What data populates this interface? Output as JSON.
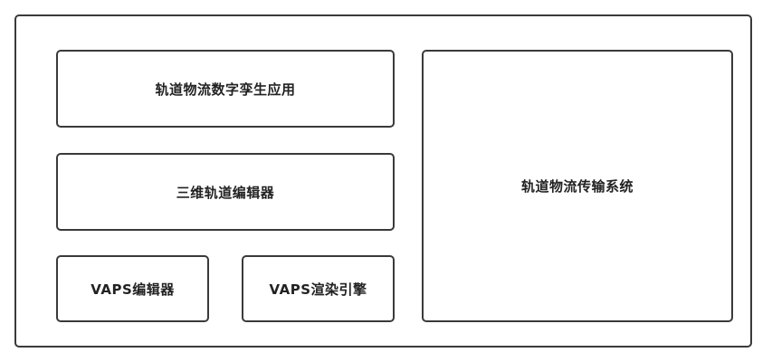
{
  "diagram": {
    "blocks": {
      "digital_twin_app": "轨道物流数字孪生应用",
      "track_editor_3d": "三维轨道编辑器",
      "vaps_editor": "VAPS编辑器",
      "vaps_render_engine": "VAPS渲染引擎",
      "transport_system": "轨道物流传输系统"
    },
    "colors": {
      "border": "#3a3a3a",
      "text": "#222222",
      "background": "#ffffff"
    }
  }
}
